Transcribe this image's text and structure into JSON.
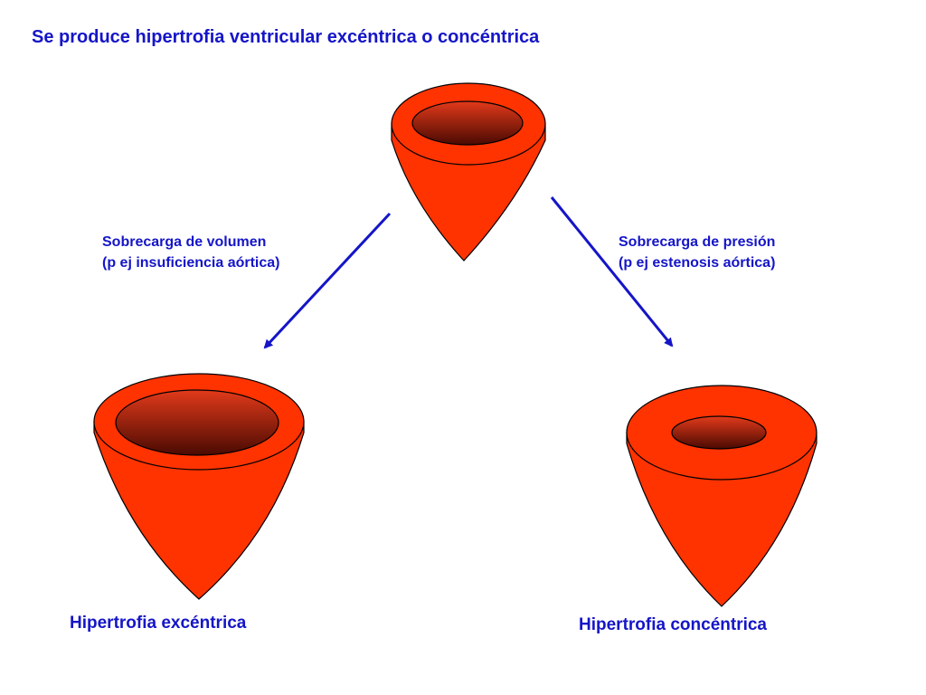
{
  "title": "Se produce hipertrofia ventricular excéntrica o concéntrica",
  "branches": {
    "left": {
      "line1": "Sobrecarga de volumen",
      "line2": "(p ej insuficiencia aórtica)",
      "result": "Hipertrofia excéntrica"
    },
    "right": {
      "line1": "Sobrecarga de presión",
      "line2": "(p ej estenosis aórtica)",
      "result": "Hipertrofia concéntrica"
    }
  },
  "colors": {
    "text": "#1515c8",
    "arrow": "#1515c8",
    "wall": "#ff3300",
    "cavity_light": "#e23a1a",
    "cavity_dark": "#4a0a02"
  },
  "icons": [
    "normal-ventricle-icon",
    "eccentric-ventricle-icon",
    "concentric-ventricle-icon"
  ]
}
